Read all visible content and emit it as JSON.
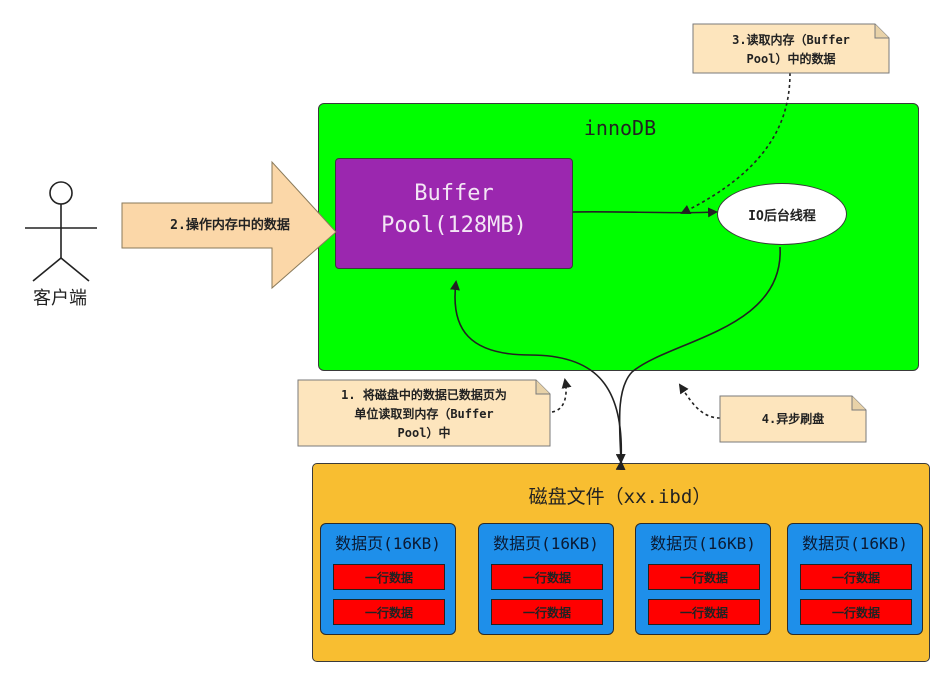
{
  "client": {
    "label": "客户端"
  },
  "arrow": {
    "label": "2.操作内存中的数据"
  },
  "innodb": {
    "title": "innoDB"
  },
  "buffer_pool": {
    "title": "Buffer\nPool(128MB)"
  },
  "io_thread": {
    "label": "IO后台线程"
  },
  "notes": {
    "read_memory": "3.读取内存（Buffer\nPool）中的数据",
    "load_pages": "1. 将磁盘中的数据已数据页为\n单位读取到内存（Buffer\nPool）中",
    "async_flush": "4.异步刷盘"
  },
  "disk": {
    "title": "磁盘文件（xx.ibd）",
    "pages": [
      {
        "title": "数据页(16KB)",
        "rows": [
          "一行数据",
          "一行数据"
        ]
      },
      {
        "title": "数据页(16KB)",
        "rows": [
          "一行数据",
          "一行数据"
        ]
      },
      {
        "title": "数据页(16KB)",
        "rows": [
          "一行数据",
          "一行数据"
        ]
      },
      {
        "title": "数据页(16KB)",
        "rows": [
          "一行数据",
          "一行数据"
        ]
      }
    ]
  },
  "colors": {
    "innodb_bg": "#00ff00",
    "buffer_pool_bg": "#9b27af",
    "disk_bg": "#f8be31",
    "page_bg": "#1e8fea",
    "row_bg": "#ff0000",
    "note_bg": "#fde5bd"
  }
}
